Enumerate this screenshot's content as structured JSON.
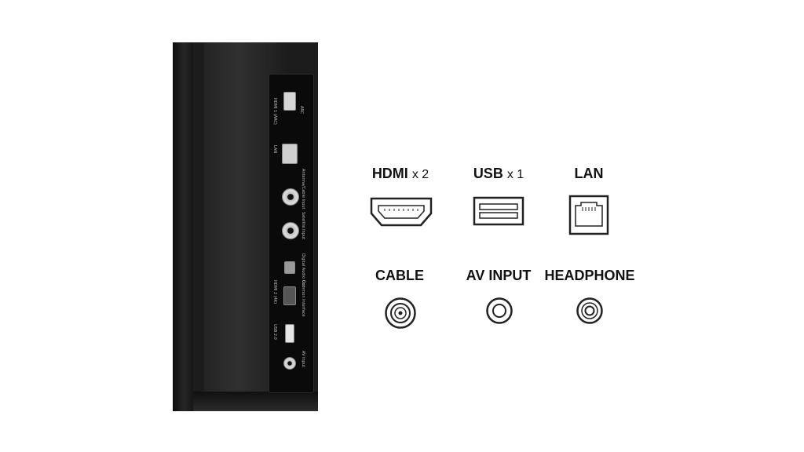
{
  "photo": {
    "ports": [
      {
        "label": "HDMI 1 (ARC)"
      },
      {
        "label": "ARC"
      },
      {
        "label": "LAN"
      },
      {
        "label": "Antenna/Cable Input"
      },
      {
        "label": "Satellite Input"
      },
      {
        "label": "Digital Audio Out"
      },
      {
        "label": "HDMI 2 (4K)"
      },
      {
        "label": "Common Interface"
      },
      {
        "label": "USB 2.0"
      },
      {
        "label": "AV Input"
      }
    ]
  },
  "specs": [
    {
      "name": "HDMI",
      "count": "x 2",
      "icon": "hdmi-port-icon"
    },
    {
      "name": "USB",
      "count": "x 1",
      "icon": "usb-port-icon"
    },
    {
      "name": "LAN",
      "count": "",
      "icon": "lan-port-icon"
    },
    {
      "name": "CABLE",
      "count": "",
      "icon": "coax-port-icon"
    },
    {
      "name": "AV INPUT",
      "count": "",
      "icon": "av-jack-icon"
    },
    {
      "name": "HEADPHONE",
      "count": "",
      "icon": "headphone-jack-icon"
    }
  ],
  "colors": {
    "background": "#ffffff",
    "tv": "#1c1c1c",
    "text": "#111111",
    "icon_stroke": "#222222"
  }
}
